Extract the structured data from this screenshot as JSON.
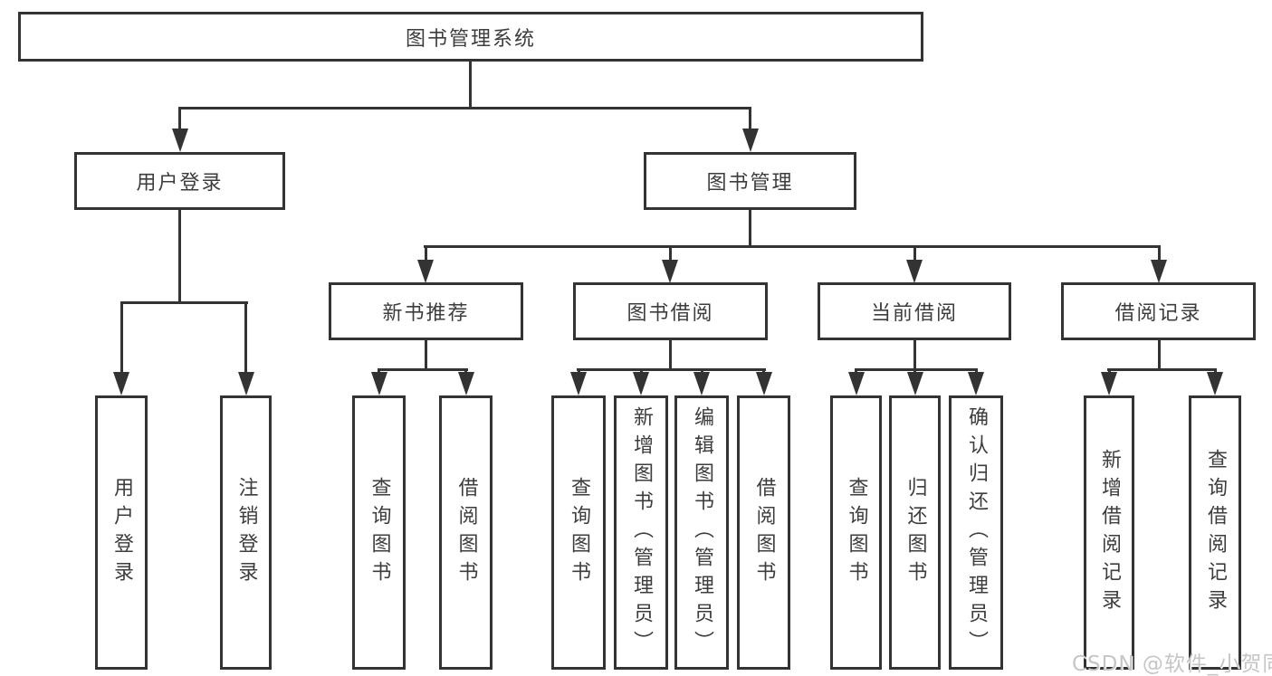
{
  "colors": {
    "line": "#333333",
    "box_border": "#333333",
    "box_background": "#ffffff",
    "text": "#3d3d3d",
    "watermark": "#c6c6c6"
  },
  "tree": {
    "root": "图书管理系统",
    "level2": [
      {
        "label": "用户登录",
        "children": [
          "用户登录",
          "注销登录"
        ]
      },
      {
        "label": "图书管理",
        "level3": [
          {
            "label": "新书推荐",
            "children": [
              "查询图书",
              "借阅图书"
            ]
          },
          {
            "label": "图书借阅",
            "children": [
              "查询图书",
              "新增图书（管理员）",
              "编辑图书（管理员）",
              "借阅图书"
            ]
          },
          {
            "label": "当前借阅",
            "children": [
              "查询图书",
              "归还图书",
              "确认归还（管理员）"
            ]
          },
          {
            "label": "借阅记录",
            "children": [
              "新增借阅记录",
              "查询借阅记录"
            ]
          }
        ]
      }
    ]
  },
  "watermark": "CSDN @软件_小贺同学"
}
